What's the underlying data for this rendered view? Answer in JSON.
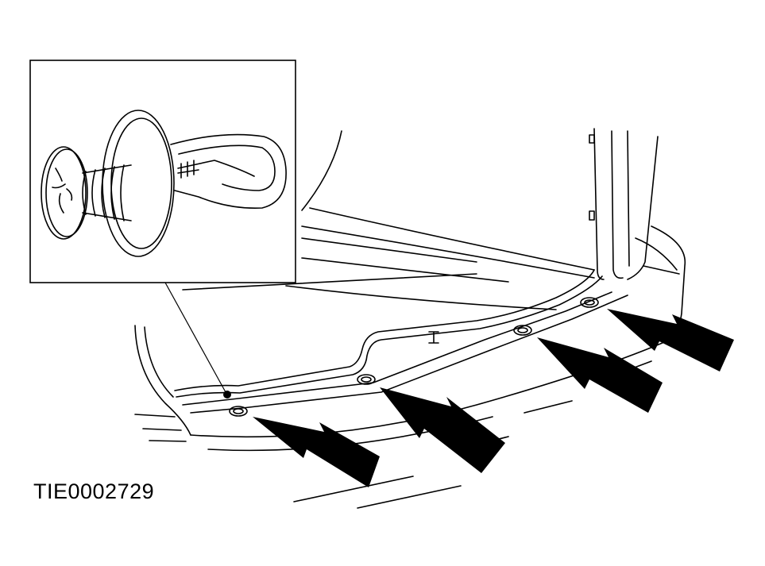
{
  "figure": {
    "reference_code": "TIE0002729",
    "colors": {
      "line": "#000000",
      "background": "#ffffff"
    },
    "callout_arrow_count": 4,
    "fastener_hole_count": 4
  }
}
